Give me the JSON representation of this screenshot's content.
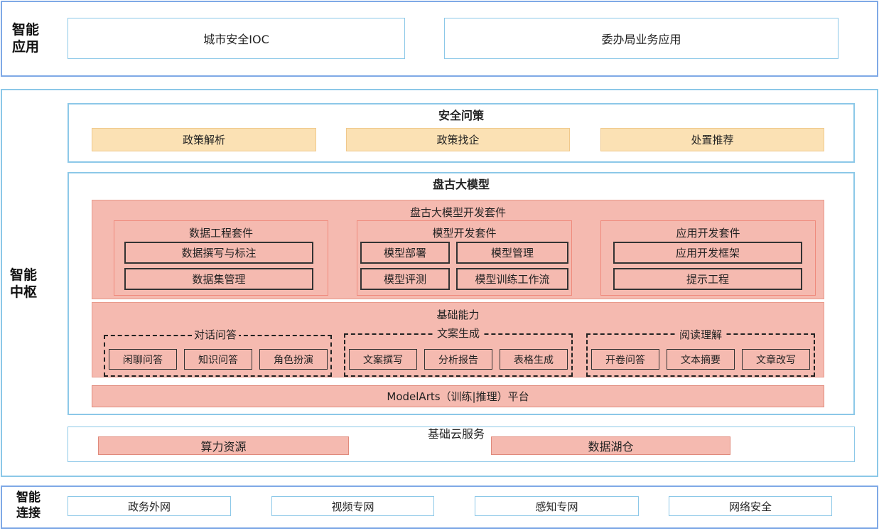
{
  "layers": {
    "app": {
      "label": "智能\n应用",
      "label_l1": "智能",
      "label_l2": "应用",
      "items": [
        "城市安全IOC",
        "委办局业务应用"
      ]
    },
    "hub": {
      "label_l1": "智能",
      "label_l2": "中枢"
    },
    "connect": {
      "label_l1": "智能",
      "label_l2": "连接",
      "items": [
        "政务外网",
        "视频专网",
        "感知专网",
        "网络安全"
      ]
    }
  },
  "safety": {
    "title": "安全问策",
    "items": [
      "政策解析",
      "政策找企",
      "处置推荐"
    ]
  },
  "pangu": {
    "title": "盘古大模型",
    "devkit": {
      "title": "盘古大模型开发套件",
      "data_kit": {
        "title": "数据工程套件",
        "items": [
          "数据撰写与标注",
          "数据集管理"
        ]
      },
      "model_kit": {
        "title": "模型开发套件",
        "items": [
          "模型部署",
          "模型管理",
          "模型评测",
          "模型训练工作流"
        ]
      },
      "app_kit": {
        "title": "应用开发套件",
        "items": [
          "应用开发框架",
          "提示工程"
        ]
      }
    },
    "base": {
      "title": "基础能力",
      "groups": [
        {
          "title": "对话问答",
          "items": [
            "闲聊问答",
            "知识问答",
            "角色扮演"
          ]
        },
        {
          "title": "文案生成",
          "items": [
            "文案撰写",
            "分析报告",
            "表格生成"
          ]
        },
        {
          "title": "阅读理解",
          "items": [
            "开卷问答",
            "文本摘要",
            "文章改写"
          ]
        }
      ]
    },
    "platform": "ModelArts（训练|推理）平台"
  },
  "cloud": {
    "title": "基础云服务",
    "items": [
      "算力资源",
      "数据湖仓"
    ]
  }
}
